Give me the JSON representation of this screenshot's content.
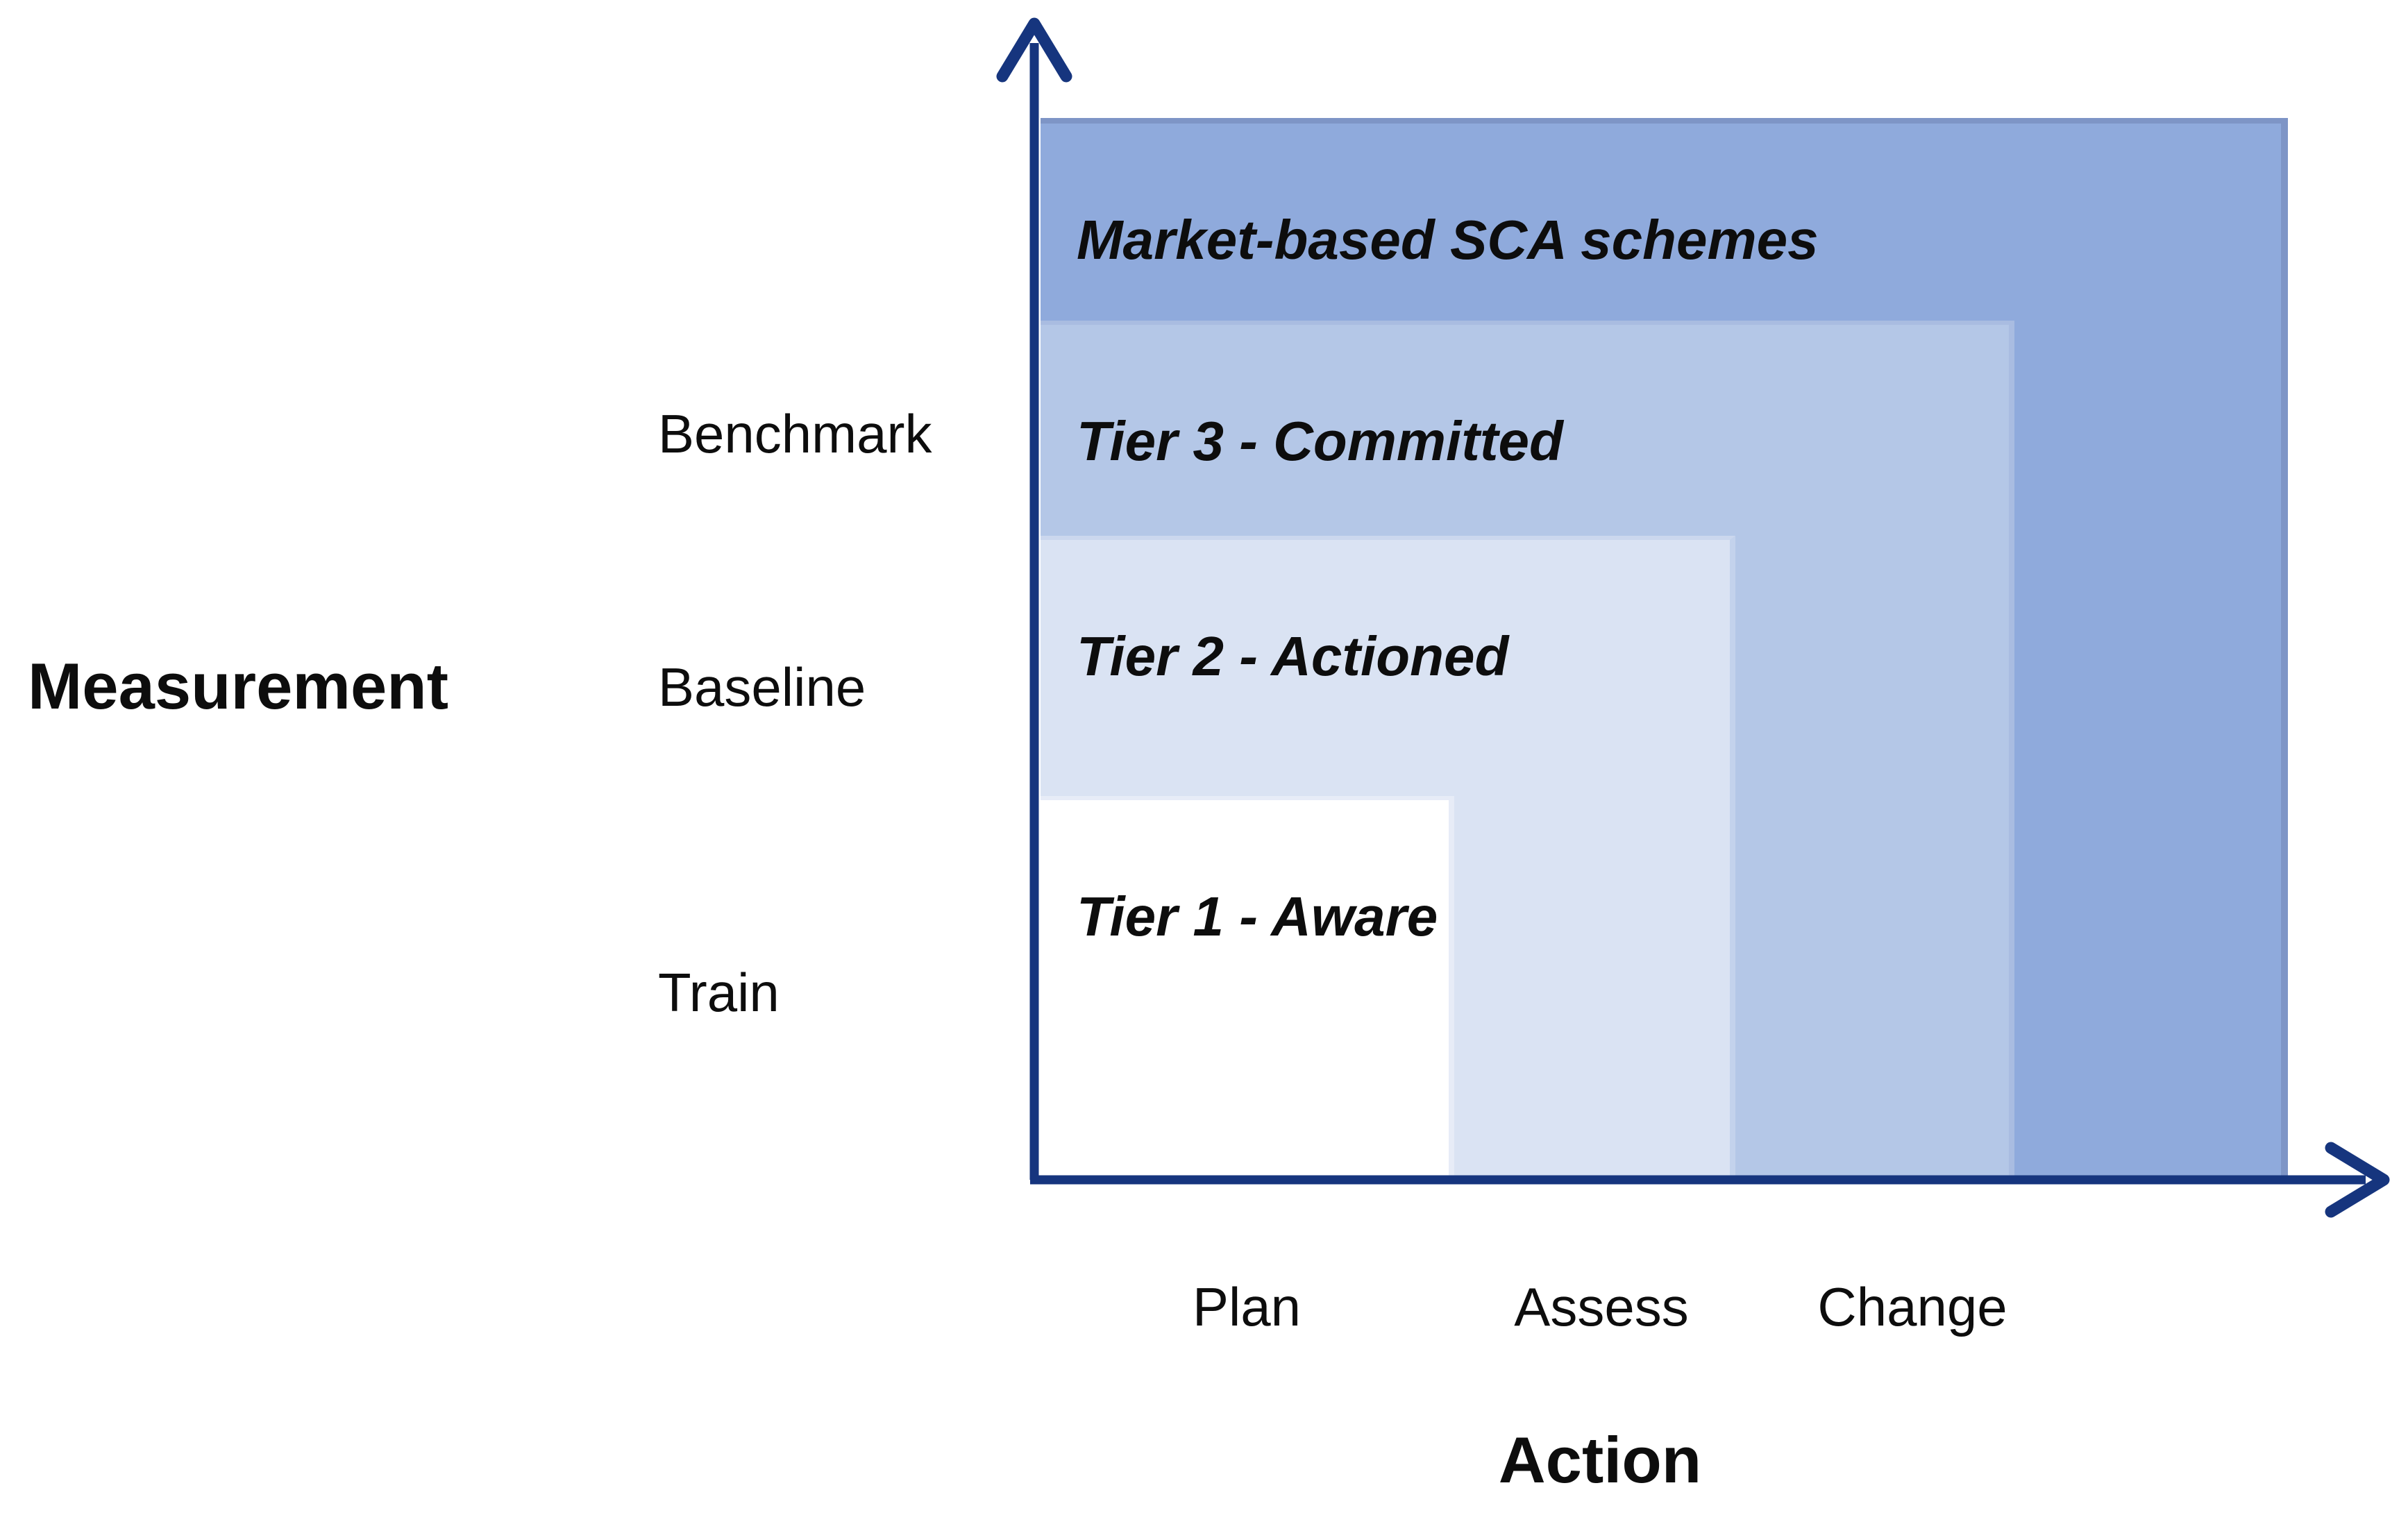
{
  "axes": {
    "color": "#16357E",
    "y": {
      "title": "Measurement",
      "ticks": [
        "Benchmark",
        "Baseline",
        "Train"
      ]
    },
    "x": {
      "title": "Action",
      "ticks": [
        "Plan",
        "Assess",
        "Change"
      ]
    }
  },
  "tiers": [
    {
      "label": "Market-based SCA schemes",
      "fill": "#8FAADC"
    },
    {
      "label": "Tier 3 - Committed",
      "fill": "#B4C7E7"
    },
    {
      "label": "Tier 2 - Actioned",
      "fill": "#DAE3F3"
    },
    {
      "label": "Tier 1 - Aware",
      "fill": "#FFFFFF"
    }
  ]
}
